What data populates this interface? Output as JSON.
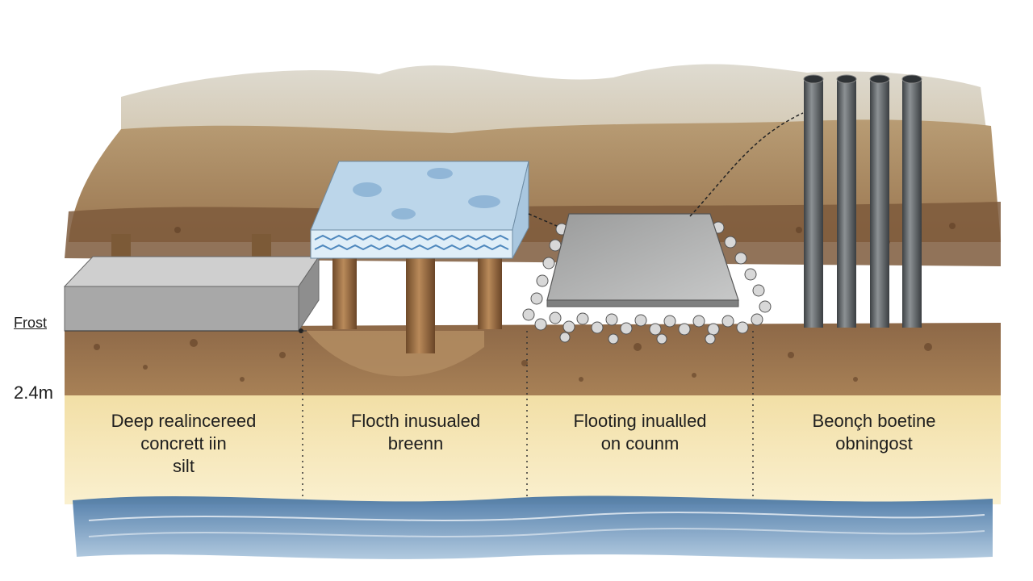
{
  "frost_label": "Frost",
  "depth_label": "2.4m",
  "panels": [
    {
      "lines": [
        "Deep realincereed",
        "concrett iin",
        "silt"
      ]
    },
    {
      "lines": [
        "Floсth inusualed",
        "breenn"
      ]
    },
    {
      "lines": [
        "Flooting inualɩled",
        "on counm"
      ]
    },
    {
      "lines": [
        "Beonçh boetine",
        "obningost"
      ]
    }
  ],
  "colors": {
    "topsoil": "#a9825a",
    "subsoil": "#8f6a48",
    "silt": "#f5e6b4",
    "water": "#6f95b9",
    "concrete": "#a8a8a8",
    "insulation": "#bcd6ea",
    "pipe": "#5d6266"
  }
}
